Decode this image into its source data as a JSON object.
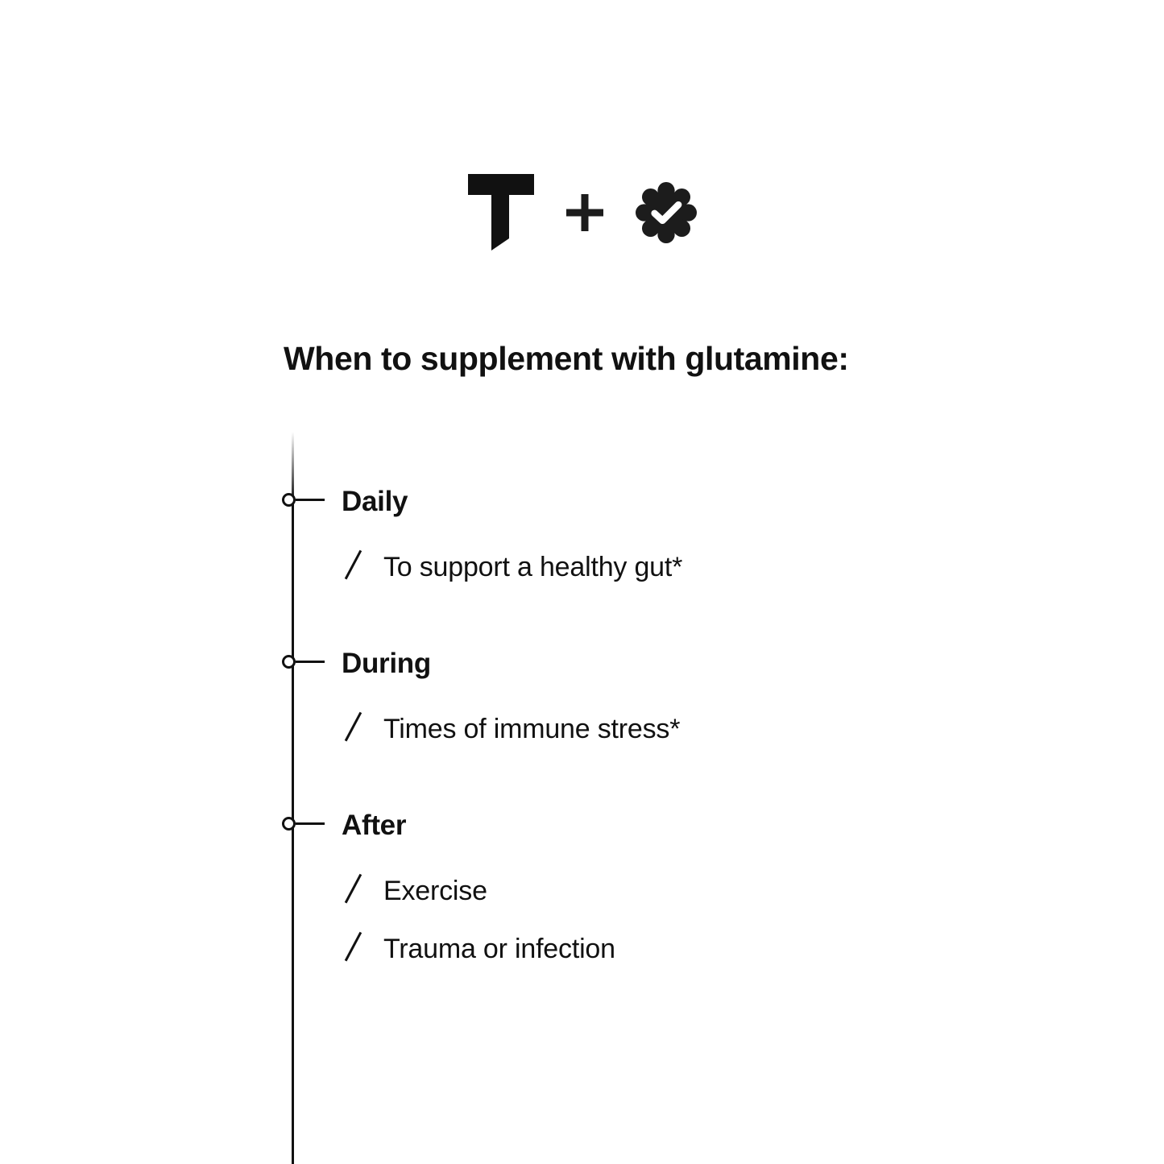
{
  "brand": {
    "logo_icon": "thorne-t-logo-icon",
    "separator_icon": "plus-icon",
    "badge_icon": "verified-check-badge-icon",
    "accent_color": "#111111",
    "background_color": "#ffffff"
  },
  "heading": {
    "title": "When to supplement with glutamine:"
  },
  "timeline": {
    "sections": [
      {
        "label": "Daily",
        "marker_icon": "timeline-node-icon",
        "items": [
          {
            "bullet_icon": "slash-bullet-icon",
            "text": "To support a healthy gut*"
          }
        ]
      },
      {
        "label": "During",
        "marker_icon": "timeline-node-icon",
        "items": [
          {
            "bullet_icon": "slash-bullet-icon",
            "text": "Times of immune stress*"
          }
        ]
      },
      {
        "label": "After",
        "marker_icon": "timeline-node-icon",
        "items": [
          {
            "bullet_icon": "slash-bullet-icon",
            "text": "Exercise"
          },
          {
            "bullet_icon": "slash-bullet-icon",
            "text": "Trauma or infection"
          }
        ]
      }
    ]
  }
}
